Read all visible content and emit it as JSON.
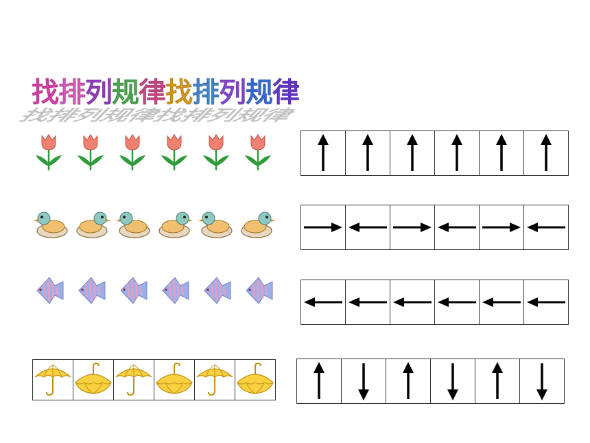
{
  "title": {
    "text": "找排列规律找排列规律",
    "colors": [
      "#e040b0",
      "#e060c0",
      "#9a3fc8",
      "#4caf50",
      "#d44a8a",
      "#e0a020",
      "#4a8cd8",
      "#8a4ad8",
      "#3a70e0",
      "#6a3ad8"
    ]
  },
  "rows": [
    {
      "icon": "tulip-icon",
      "pattern": [
        "tulip-up",
        "tulip-up",
        "tulip-up",
        "tulip-up",
        "tulip-up",
        "tulip-up"
      ],
      "arrows": [
        "up",
        "up",
        "up",
        "up",
        "up",
        "up"
      ]
    },
    {
      "icon": "duck-icon",
      "pattern": [
        "duck-left",
        "duck-right",
        "duck-left",
        "duck-right",
        "duck-left",
        "duck-right"
      ],
      "arrows": [
        "right",
        "left",
        "right",
        "left",
        "right",
        "left"
      ]
    },
    {
      "icon": "fish-icon",
      "pattern": [
        "fish-left",
        "fish-left",
        "fish-left",
        "fish-left",
        "fish-left",
        "fish-left"
      ],
      "arrows": [
        "left",
        "left",
        "left",
        "left",
        "left",
        "left"
      ]
    },
    {
      "icon": "umbrella-icon",
      "pattern": [
        "umbrella-open",
        "umbrella-closed",
        "umbrella-open",
        "umbrella-closed",
        "umbrella-open",
        "umbrella-closed"
      ],
      "arrows": [
        "up",
        "down",
        "up",
        "down",
        "up",
        "down"
      ]
    }
  ],
  "colors": {
    "tulip_petal": "#f08070",
    "tulip_stem": "#2e9a3a",
    "duck_head": "#8fc8c0",
    "duck_body": "#f0c070",
    "fish_body": "#9ab0e8",
    "fish_stripe": "#e0a0c8",
    "umbrella": "#f8d040",
    "umbrella_outline": "#c09010",
    "arrow": "#000000"
  }
}
